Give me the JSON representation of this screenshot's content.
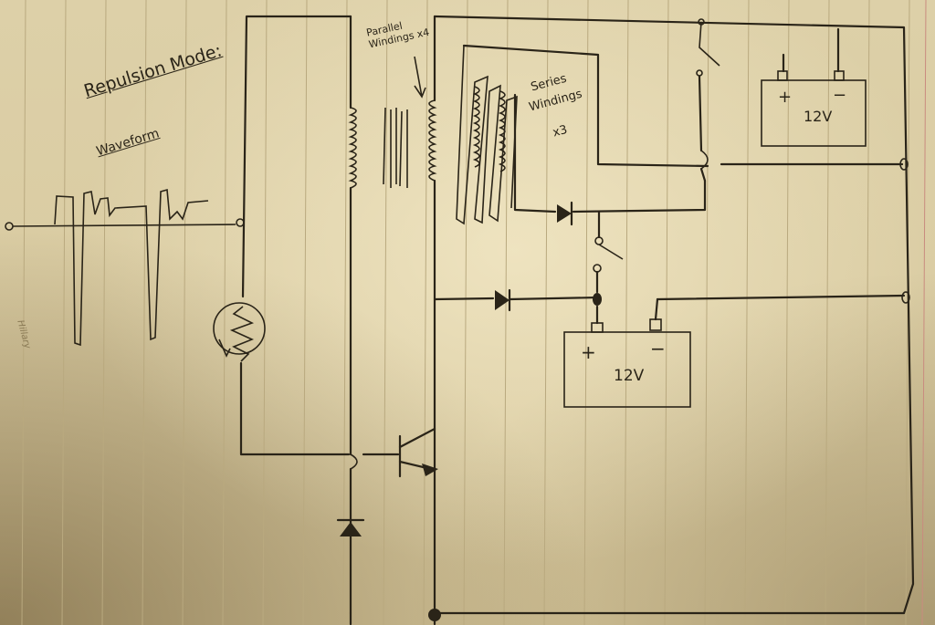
{
  "labels": {
    "mode_title": "Repulsion Mode:",
    "waveform": "Waveform",
    "parallel": "Parallel Windings x4",
    "series_word": "Series",
    "windings_word": "Windings",
    "series_count": "x3",
    "battery_top_voltage": "12V",
    "battery_top_plus": "+",
    "battery_top_minus": "−",
    "battery_main_voltage": "12V",
    "battery_main_plus": "+",
    "battery_main_minus": "−",
    "signature": "Hillary"
  }
}
